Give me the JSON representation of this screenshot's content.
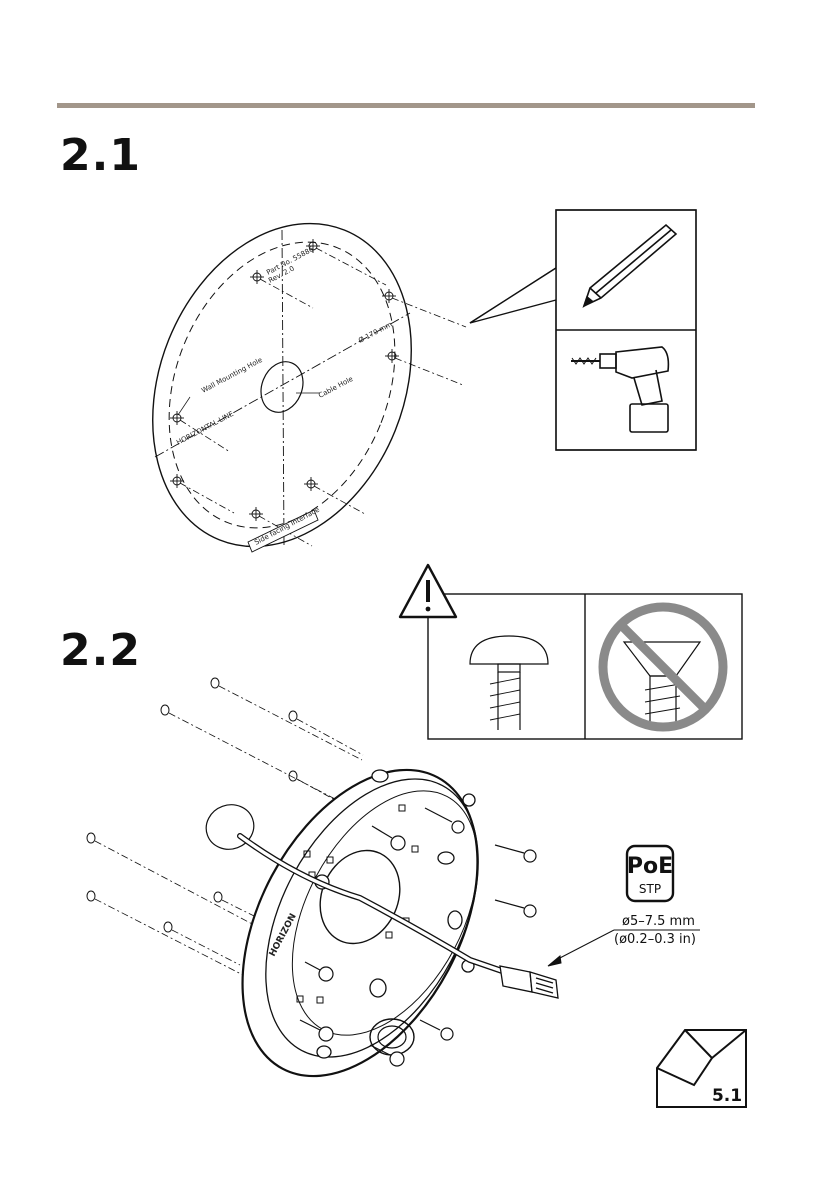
{
  "steps": {
    "step1": {
      "number": "2.1"
    },
    "step2": {
      "number": "2.2"
    }
  },
  "template": {
    "part_no": "Part No. 55886",
    "rev": "Rev. 2.0",
    "diameter": "Ø 170 mm",
    "mounting_hole": "Wall Mounting Hole",
    "cable_hole": "Cable Hole",
    "horizontal_line": "HORIZONTAL LINE",
    "bottom_label": "Side facing Interface"
  },
  "bracket": {
    "horizon_label": "HORIZON"
  },
  "cable_spec": {
    "badge_title": "PoE",
    "badge_subtitle": "STP",
    "diameter_mm": "ø5–7.5 mm",
    "diameter_in": "(ø0.2–0.3 in)"
  },
  "page_ref": {
    "label": "5.1"
  },
  "icons": [
    "pencil-icon",
    "drill-icon",
    "warning-icon",
    "screw-ok-icon",
    "screw-prohibited-icon"
  ],
  "colors": {
    "rule": "#a2968a",
    "prohibited": "#8a8a8a"
  }
}
